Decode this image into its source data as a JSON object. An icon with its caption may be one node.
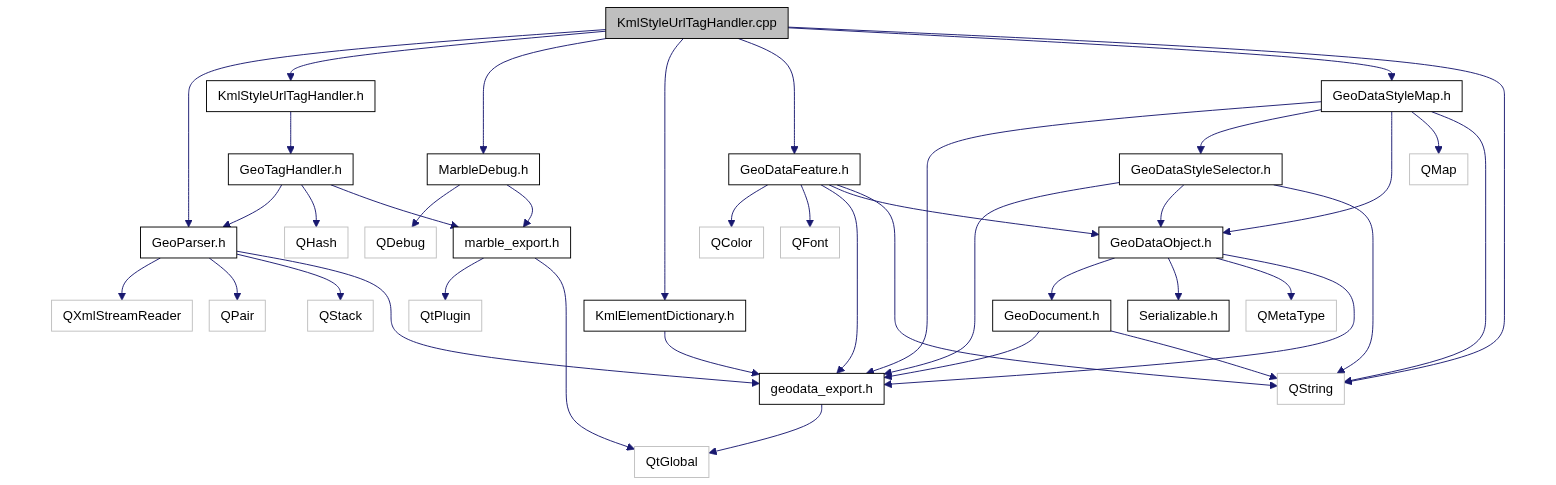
{
  "diagram": {
    "nodes": [
      {
        "text": [
          "KmlStyleUrlTagHandler.cpp"
        ]
      },
      {
        "text": [
          "KmlStyleUrlTagHandler.h"
        ]
      },
      {
        "text": [
          "MarbleDebug.h"
        ]
      },
      {
        "text": [
          "KmlElementDictionary.h"
        ]
      },
      {
        "text": [
          "GeoDataStyleMap.h"
        ]
      },
      {
        "text": [
          "GeoTagHandler.h"
        ]
      },
      {
        "text": [
          "QDebug"
        ]
      },
      {
        "text": [
          "GeoDataFeature.h"
        ]
      },
      {
        "text": [
          "GeoDataStyleSelector.h"
        ]
      },
      {
        "text": [
          "QMap"
        ]
      },
      {
        "text": [
          "GeoParser.h"
        ]
      },
      {
        "text": [
          "QHash"
        ]
      },
      {
        "text": [
          "marble_export.h"
        ]
      },
      {
        "text": [
          "QColor"
        ]
      },
      {
        "text": [
          "QFont"
        ]
      },
      {
        "text": [
          "GeoDataObject.h"
        ]
      },
      {
        "text": [
          "QXmlStreamReader"
        ]
      },
      {
        "text": [
          "QPair"
        ]
      },
      {
        "text": [
          "QStack"
        ]
      },
      {
        "text": [
          "QtPlugin"
        ]
      },
      {
        "text": [
          "GeoDocument.h"
        ]
      },
      {
        "text": [
          "Serializable.h"
        ]
      },
      {
        "text": [
          "QMetaType"
        ]
      },
      {
        "text": [
          "geodata_export.h"
        ]
      },
      {
        "text": [
          "QString"
        ]
      },
      {
        "text": [
          "QtGlobal"
        ]
      }
    ],
    "edges": [
      {
        "from": 0,
        "to": 10,
        "arrow": "to"
      },
      {
        "from": 0,
        "to": 1,
        "arrow": "to"
      },
      {
        "from": 0,
        "to": 2,
        "arrow": "to"
      },
      {
        "from": 0,
        "to": 3,
        "arrow": "to"
      },
      {
        "from": 0,
        "to": 7,
        "arrow": "to"
      },
      {
        "from": 0,
        "to": 4,
        "arrow": "to"
      },
      {
        "from": 0,
        "to": 24,
        "arrow": "to"
      },
      {
        "from": 1,
        "to": 5,
        "arrow": "to"
      },
      {
        "from": 2,
        "to": 6,
        "arrow": "to"
      },
      {
        "from": 2,
        "to": 12,
        "arrow": "to"
      },
      {
        "from": 3,
        "to": 23,
        "arrow": "to"
      },
      {
        "from": 4,
        "to": 23,
        "arrow": "to"
      },
      {
        "from": 4,
        "to": 8,
        "arrow": "to"
      },
      {
        "from": 4,
        "to": 15,
        "arrow": "to"
      },
      {
        "from": 4,
        "to": 9,
        "arrow": "to"
      },
      {
        "from": 4,
        "to": 24,
        "arrow": "to"
      },
      {
        "from": 5,
        "to": 10,
        "arrow": "to"
      },
      {
        "from": 5,
        "to": 11,
        "arrow": "to"
      },
      {
        "from": 5,
        "to": 12,
        "arrow": "to"
      },
      {
        "from": 7,
        "to": 13,
        "arrow": "to"
      },
      {
        "from": 7,
        "to": 14,
        "arrow": "to"
      },
      {
        "from": 7,
        "to": 23,
        "arrow": "to"
      },
      {
        "from": 7,
        "to": 15,
        "arrow": "to"
      },
      {
        "from": 7,
        "to": 24,
        "arrow": "to"
      },
      {
        "from": 8,
        "to": 23,
        "arrow": "to"
      },
      {
        "from": 8,
        "to": 15,
        "arrow": "to"
      },
      {
        "from": 8,
        "to": 24,
        "arrow": "to"
      },
      {
        "from": 10,
        "to": 16,
        "arrow": "to"
      },
      {
        "from": 10,
        "to": 17,
        "arrow": "to"
      },
      {
        "from": 10,
        "to": 18,
        "arrow": "to"
      },
      {
        "from": 10,
        "to": 23,
        "arrow": "to"
      },
      {
        "from": 12,
        "to": 19,
        "arrow": "to"
      },
      {
        "from": 12,
        "to": 25,
        "arrow": "to"
      },
      {
        "from": 15,
        "to": 20,
        "arrow": "to"
      },
      {
        "from": 15,
        "to": 21,
        "arrow": "to"
      },
      {
        "from": 15,
        "to": 22,
        "arrow": "to"
      },
      {
        "from": 15,
        "to": 23,
        "arrow": "to"
      },
      {
        "from": 20,
        "to": 23,
        "arrow": "to"
      },
      {
        "from": 20,
        "to": 24,
        "arrow": "to"
      },
      {
        "from": 23,
        "to": 25,
        "arrow": "to"
      }
    ]
  }
}
